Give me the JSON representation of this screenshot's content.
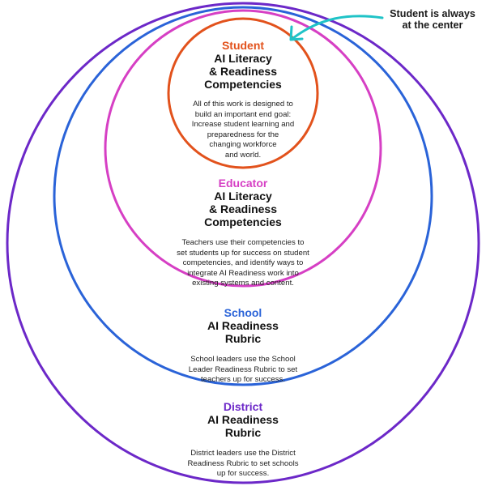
{
  "colors": {
    "student": "#e2521c",
    "educator": "#d63fc4",
    "school": "#2a63d8",
    "district": "#6c28c8",
    "callout_arrow": "#1fc3c7"
  },
  "callout": {
    "line1": "Student is always",
    "line2": "at the center"
  },
  "student": {
    "heading": "Student",
    "title_line1": "AI Literacy",
    "title_line2": "& Readiness",
    "title_line3": "Competencies",
    "desc_line1": "All of this work is designed to",
    "desc_line2": "build an important end goal:",
    "desc_line3": "Increase student learning and",
    "desc_line4": "preparedness for the",
    "desc_line5": "changing workforce",
    "desc_line6": "and world."
  },
  "educator": {
    "heading": "Educator",
    "title_line1": "AI Literacy",
    "title_line2": "& Readiness",
    "title_line3": "Competencies",
    "desc_line1": "Teachers use their competencies to",
    "desc_line2": "set students up for success on student",
    "desc_line3": "competencies, and identify ways to",
    "desc_line4": "integrate AI Readiness work into",
    "desc_line5": "existing systems and content."
  },
  "school": {
    "heading": "School",
    "title_line1": "AI Readiness",
    "title_line2": "Rubric",
    "desc_line1": "School leaders use the School",
    "desc_line2": "Leader Readiness Rubric to set",
    "desc_line3": "teachers up for success."
  },
  "district": {
    "heading": "District",
    "title_line1": "AI Readiness",
    "title_line2": "Rubric",
    "desc_line1": "District leaders use the District",
    "desc_line2": "Readiness Rubric to set schools",
    "desc_line3": "up for success."
  }
}
